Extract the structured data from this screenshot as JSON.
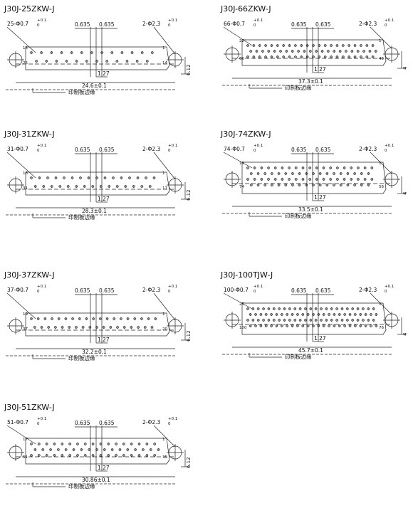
{
  "panels": [
    {
      "title": "J30J-25ZKW-J",
      "n": 25,
      "pins": "25-Φ0.7",
      "mount": "2-Φ2.3",
      "pitch": "0.635",
      "pitch_row": "1.27",
      "span": "24.6±0.1",
      "depth": "6.12",
      "pcb": "印制板边缘",
      "r1_first": "13",
      "r1_last": "1",
      "r2_first": "25",
      "r2_last": "14",
      "rows": [
        13,
        12
      ]
    },
    {
      "title": "J30J-66ZKW-J",
      "n": 66,
      "pins": "66-Φ0.7",
      "mount": "2-Φ2.3",
      "pitch": "0.635",
      "pitch_row": "1.27",
      "span": "37.3±0.1",
      "depth": "4",
      "pcb": "印制板边缘",
      "r1_first": "22",
      "r1_last": "1",
      "r2_first": "66",
      "r2_last": "45",
      "rows": [
        22,
        22,
        22
      ]
    },
    {
      "title": "J30J-31ZKW-J",
      "n": 31,
      "pins": "31-Φ0.7",
      "mount": "2-Φ2.3",
      "pitch": "0.635",
      "pitch_row": "1.27",
      "span": "28.3±0.1",
      "depth": "6.12",
      "pcb": "印制板边缘",
      "r1_first": "16",
      "r1_last": "1",
      "r2_first": "31",
      "r2_last": "17",
      "rows": [
        16,
        15
      ]
    },
    {
      "title": "J30J-74ZKW-J",
      "n": 74,
      "pins": "74-Φ0.7",
      "mount": "2-Φ2.3",
      "pitch": "0.635",
      "pitch_row": "1.27",
      "span": "33.5±0.1",
      "depth": "4",
      "pcb": "印制板边缘",
      "r1_first": "19",
      "r1_last": "1",
      "r2_first": "74",
      "r2_last": "56",
      "rows": [
        19,
        18,
        19,
        18
      ]
    },
    {
      "title": "J30J-37ZKW-J",
      "n": 37,
      "pins": "37-Φ0.7",
      "mount": "2-Φ2.3",
      "pitch": "0.635",
      "pitch_row": "1.27",
      "span": "32.2±0.1",
      "depth": "6.12",
      "pcb": "印制板边缘",
      "r1_first": "19",
      "r1_last": "1",
      "r2_first": "37",
      "r2_last": "20",
      "rows": [
        19,
        18
      ]
    },
    {
      "title": "J30J-100TJW-J",
      "n": 100,
      "pins": "100-Φ0.7",
      "mount": "2-Φ2.3",
      "pitch": "0.635",
      "pitch_row": "1.27",
      "span": "45.7±0.1",
      "depth": "4",
      "pcb": "印制板边缘",
      "r1_first": "25",
      "r1_last": "1",
      "r2_first": "100",
      "r2_last": "76",
      "rows": [
        25,
        25,
        25,
        25
      ]
    },
    {
      "title": "J30J-51ZKW-J",
      "n": 51,
      "pins": "51-Φ0.7",
      "mount": "2-Φ2.3",
      "pitch": "0.635",
      "pitch_row": "1.27",
      "span": "30.86±0.1",
      "depth": "6.12",
      "pcb": "印制板边缘",
      "r1_first": "17",
      "r1_last": "1",
      "r2_first": "51",
      "r2_last": "35",
      "rows": [
        17,
        17,
        17
      ]
    }
  ],
  "tol_upper": "+0.1",
  "tol_lower": "0",
  "colors": {
    "line": "#222222",
    "text": "#111111",
    "bg": "#ffffff"
  }
}
